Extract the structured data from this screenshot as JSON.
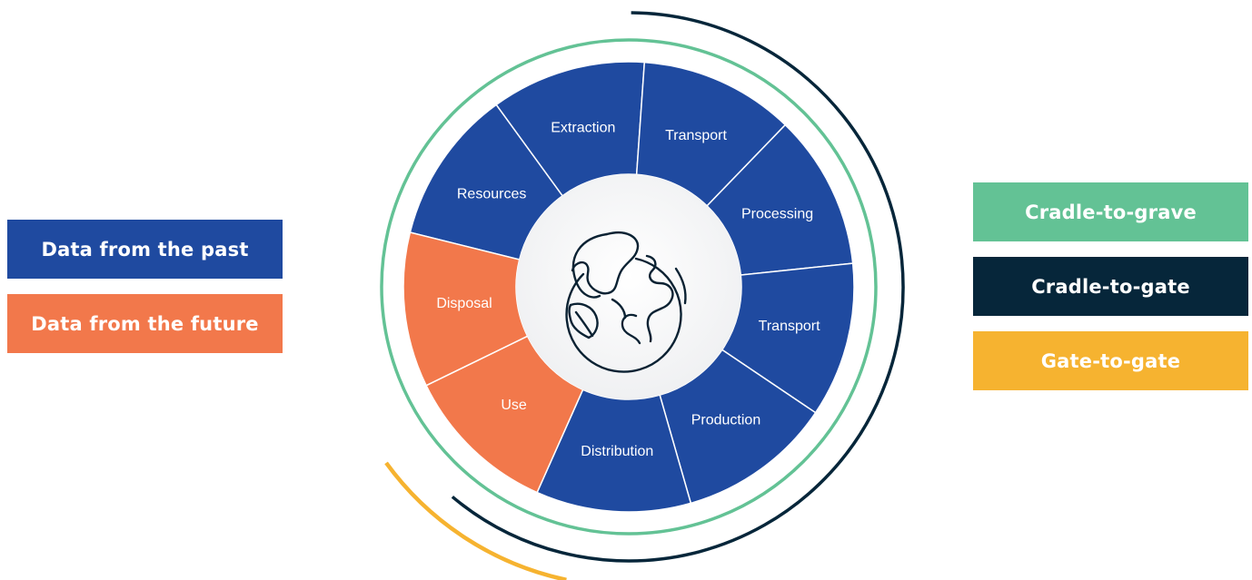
{
  "legend": {
    "past": {
      "label": "Data from the past",
      "color": "#1f4aa0"
    },
    "future": {
      "label": "Data from the future",
      "color": "#f2784b"
    }
  },
  "scopes": {
    "cradle_to_grave": {
      "label": "Cradle-to-grave",
      "color": "#63c295"
    },
    "cradle_to_gate": {
      "label": "Cradle-to-gate",
      "color": "#06263a"
    },
    "gate_to_gate": {
      "label": "Gate-to-gate",
      "color": "#f6b330"
    }
  },
  "wheel": {
    "center_icon": "globe-leaf-icon",
    "segments": [
      {
        "label": "Resources",
        "period": "past"
      },
      {
        "label": "Extraction",
        "period": "past"
      },
      {
        "label": "Transport",
        "period": "past"
      },
      {
        "label": "Processing",
        "period": "past"
      },
      {
        "label": "Transport",
        "period": "past"
      },
      {
        "label": "Production",
        "period": "past"
      },
      {
        "label": "Distribution",
        "period": "past"
      },
      {
        "label": "Use",
        "period": "future"
      },
      {
        "label": "Disposal",
        "period": "future"
      }
    ]
  }
}
